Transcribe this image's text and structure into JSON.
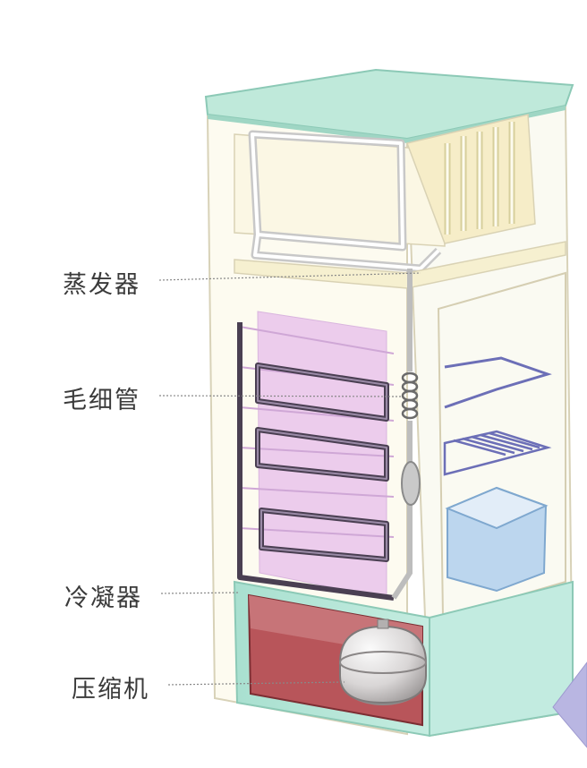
{
  "labels": {
    "evaporator": "蒸发器",
    "capillary": "毛细管",
    "condenser": "冷凝器",
    "compressor": "压缩机"
  },
  "colors": {
    "cabinet_teal": "#b4e6d4",
    "panel_pink": "#e9c9ea",
    "compressor_bay": "#b8555a",
    "crisper_blue": "#bcd6ee",
    "freezer_cream": "#fbf6df"
  }
}
